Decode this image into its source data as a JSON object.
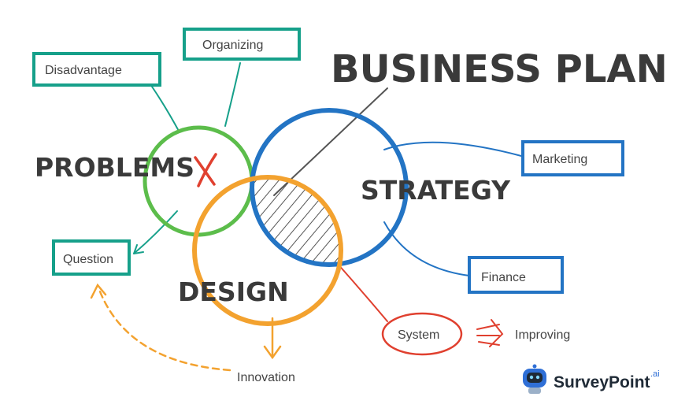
{
  "title": "BUSINESS PLAN",
  "circles": {
    "problems": "PROBLEMS",
    "strategy": "STRATEGY",
    "design": "DESIGN"
  },
  "labels": {
    "disadvantage": "Disadvantage",
    "organizing": "Organizing",
    "marketing": "Marketing",
    "finance": "Finance",
    "question": "Question",
    "system": "System",
    "improving": "Improving",
    "innovation": "Innovation"
  },
  "brand": {
    "name": "SurveyPoint",
    "suffix": ".ai"
  },
  "colors": {
    "green": "#5cbd4b",
    "blue": "#2374c4",
    "orange": "#f3a22f",
    "teal": "#16a08a",
    "red": "#e0402f",
    "text": "#3a3a3a"
  },
  "icons": {
    "problems_mark": "x-mark-icon",
    "brand_logo": "robot-icon"
  }
}
